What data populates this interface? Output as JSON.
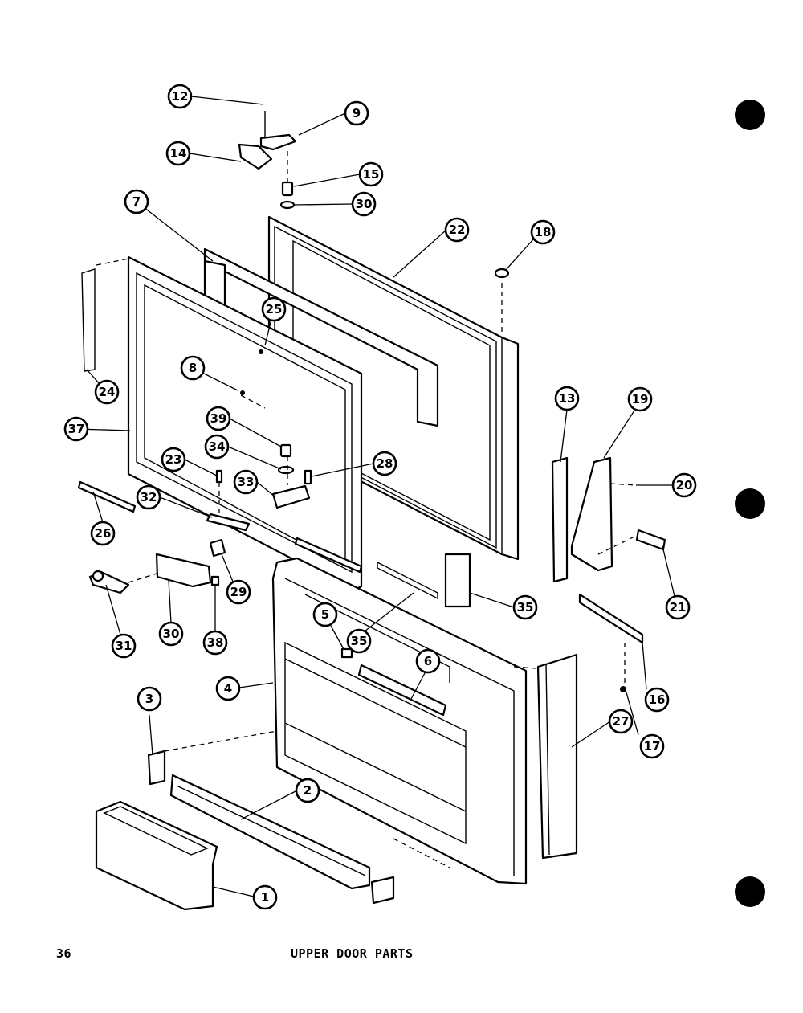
{
  "page_number": "36",
  "caption": "UPPER DOOR PARTS",
  "callouts": [
    {
      "id": "c12",
      "label": "12"
    },
    {
      "id": "c9",
      "label": "9"
    },
    {
      "id": "c14",
      "label": "14"
    },
    {
      "id": "c15",
      "label": "15"
    },
    {
      "id": "c30a",
      "label": "30"
    },
    {
      "id": "c7",
      "label": "7"
    },
    {
      "id": "c22",
      "label": "22"
    },
    {
      "id": "c18",
      "label": "18"
    },
    {
      "id": "c25",
      "label": "25"
    },
    {
      "id": "c24",
      "label": "24"
    },
    {
      "id": "c8",
      "label": "8"
    },
    {
      "id": "c37",
      "label": "37"
    },
    {
      "id": "c39",
      "label": "39"
    },
    {
      "id": "c34",
      "label": "34"
    },
    {
      "id": "c28",
      "label": "28"
    },
    {
      "id": "c23",
      "label": "23"
    },
    {
      "id": "c33",
      "label": "33"
    },
    {
      "id": "c32",
      "label": "32"
    },
    {
      "id": "c26",
      "label": "26"
    },
    {
      "id": "c13",
      "label": "13"
    },
    {
      "id": "c19",
      "label": "19"
    },
    {
      "id": "c20",
      "label": "20"
    },
    {
      "id": "c21",
      "label": "21"
    },
    {
      "id": "c29",
      "label": "29"
    },
    {
      "id": "c31",
      "label": "31"
    },
    {
      "id": "c30b",
      "label": "30"
    },
    {
      "id": "c38",
      "label": "38"
    },
    {
      "id": "c35a",
      "label": "35"
    },
    {
      "id": "c5",
      "label": "5"
    },
    {
      "id": "c35b",
      "label": "35"
    },
    {
      "id": "c6",
      "label": "6"
    },
    {
      "id": "c4",
      "label": "4"
    },
    {
      "id": "c16",
      "label": "16"
    },
    {
      "id": "c17",
      "label": "17"
    },
    {
      "id": "c27",
      "label": "27"
    },
    {
      "id": "c3",
      "label": "3"
    },
    {
      "id": "c2",
      "label": "2"
    },
    {
      "id": "c1",
      "label": "1"
    }
  ]
}
